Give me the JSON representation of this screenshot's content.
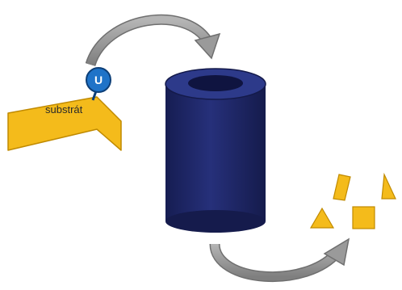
{
  "diagram": {
    "substrate_label": "substrát",
    "ubiquitin_label": "U",
    "colors": {
      "substrate": "#f4bb1b",
      "substrate_outline": "#c08a00",
      "ubiquitin": "#1f73c8",
      "ubiquitin_outline": "#0d3f78",
      "proteasome": "#1c2566",
      "proteasome_top": "#2d3a8a",
      "arrow": "#8e8e8e",
      "fragments": "#f4bb1b"
    },
    "icons": [
      "substrate-shape",
      "ubiquitin-tag",
      "proteasome-cylinder",
      "curved-arrow",
      "peptide-fragment"
    ]
  }
}
